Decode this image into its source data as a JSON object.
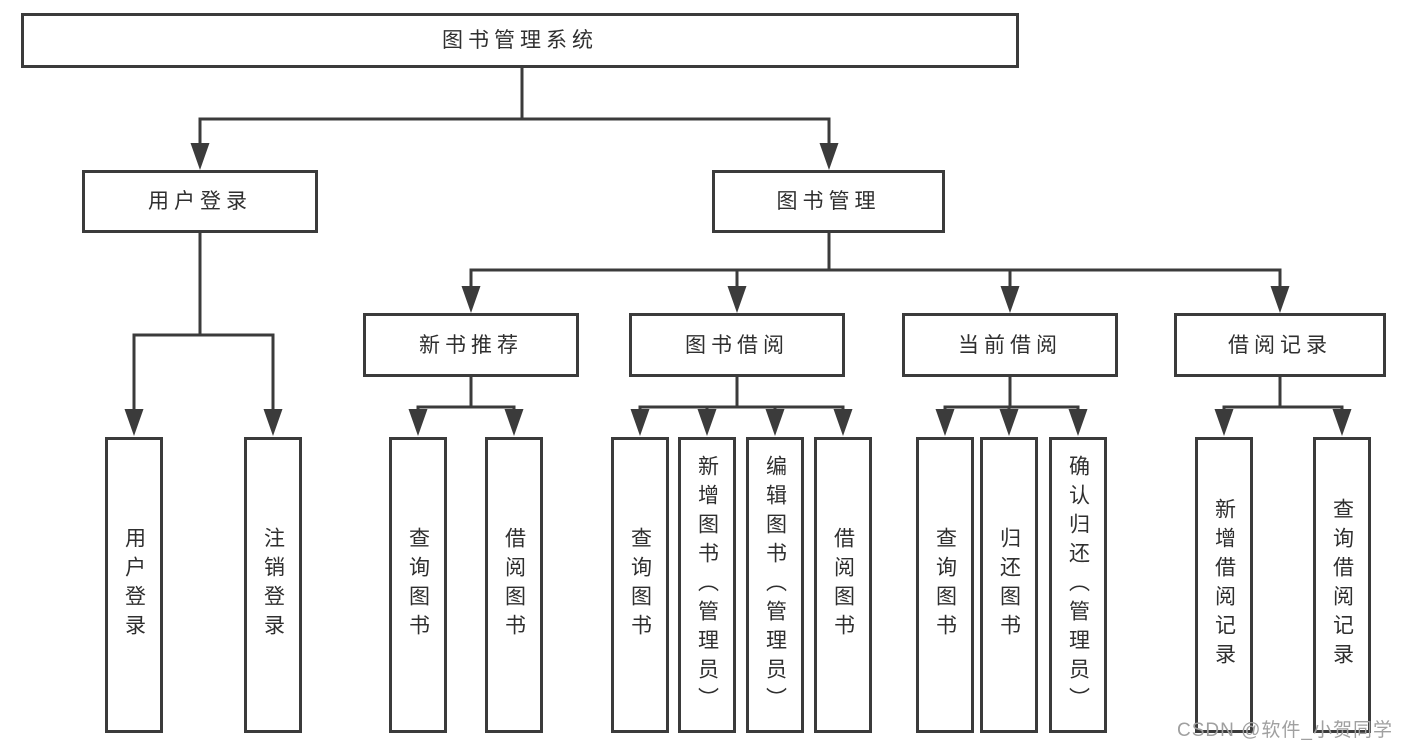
{
  "tree": {
    "root": "图书管理系统",
    "branches": [
      {
        "label": "用户登录",
        "children": [
          "用户登录",
          "注销登录"
        ]
      },
      {
        "label": "图书管理",
        "sections": [
          {
            "label": "新书推荐",
            "children": [
              "查询图书",
              "借阅图书"
            ]
          },
          {
            "label": "图书借阅",
            "children": [
              "查询图书",
              "新增图书（管理员）",
              "编辑图书（管理员）",
              "借阅图书"
            ]
          },
          {
            "label": "当前借阅",
            "children": [
              "查询图书",
              "归还图书",
              "确认归还（管理员）"
            ]
          },
          {
            "label": "借阅记录",
            "children": [
              "新增借阅记录",
              "查询借阅记录"
            ]
          }
        ]
      }
    ]
  },
  "watermark": {
    "text": "CSDN @软件_小贺同学"
  },
  "colors": {
    "line": "#3b3b3b",
    "text": "#2f2f2f",
    "box_background": "#ffffff",
    "page_background": "#ffffff",
    "watermark": "#a0a0a0"
  }
}
